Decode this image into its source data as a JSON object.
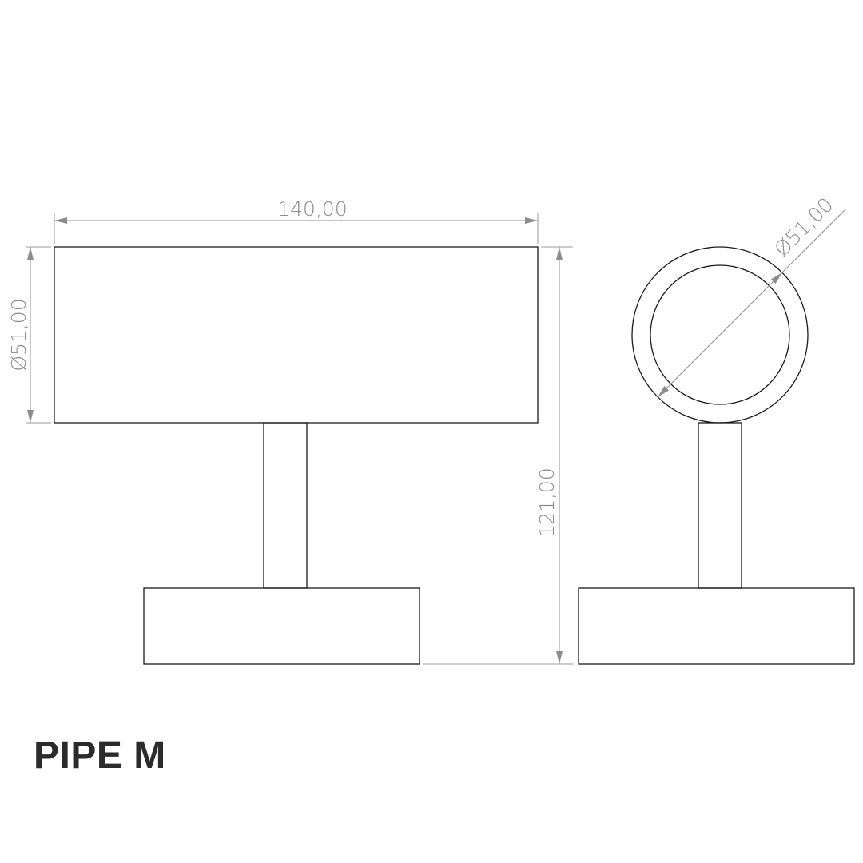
{
  "title": "PIPE M",
  "dimensions": {
    "width": "140,00",
    "front_diameter": "Ø51,00",
    "height": "121,00",
    "side_diameter": "Ø51,00"
  },
  "colors": {
    "outline": "#1a1a1a",
    "dimension": "#8c8c8c",
    "title": "#2b2b2b"
  }
}
